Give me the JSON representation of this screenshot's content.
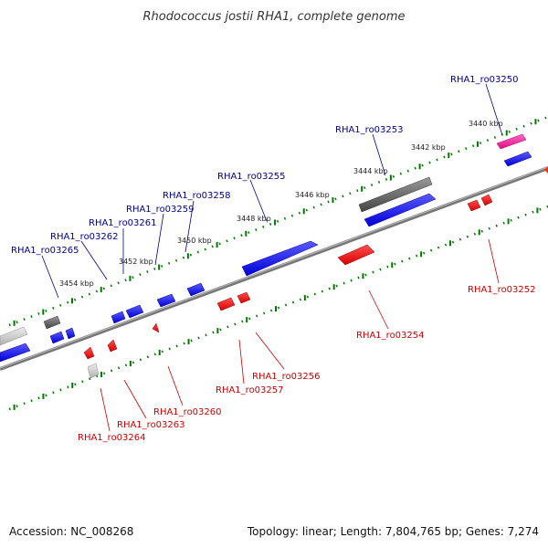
{
  "title": "Rhodococcus jostii RHA1, complete genome",
  "footer": {
    "accession": "Accession: NC_008268",
    "summary": "Topology: linear; Length: 7,804,765 bp; Genes: 7,274"
  },
  "colors": {
    "forward_gene": "#0000ff",
    "reverse_gene": "#ff0000",
    "forward_label": "#00008b",
    "reverse_label": "#cc0000",
    "tick_dots": "#007700",
    "axis": "#808080"
  },
  "ticks": [
    "3440 kbp",
    "3442 kbp",
    "3444 kbp",
    "3446 kbp",
    "3448 kbp",
    "3450 kbp",
    "3452 kbp",
    "3454 kbp"
  ],
  "forward_labels": [
    "RHA1_ro03250",
    "RHA1_ro03253",
    "RHA1_ro03255",
    "RHA1_ro03258",
    "RHA1_ro03259",
    "RHA1_ro03261",
    "RHA1_ro03262",
    "RHA1_ro03265"
  ],
  "reverse_labels": [
    "RHA1_ro03252",
    "RHA1_ro03254",
    "RHA1_ro03256",
    "RHA1_ro03257",
    "RHA1_ro03260",
    "RHA1_ro03263",
    "RHA1_ro03264"
  ]
}
